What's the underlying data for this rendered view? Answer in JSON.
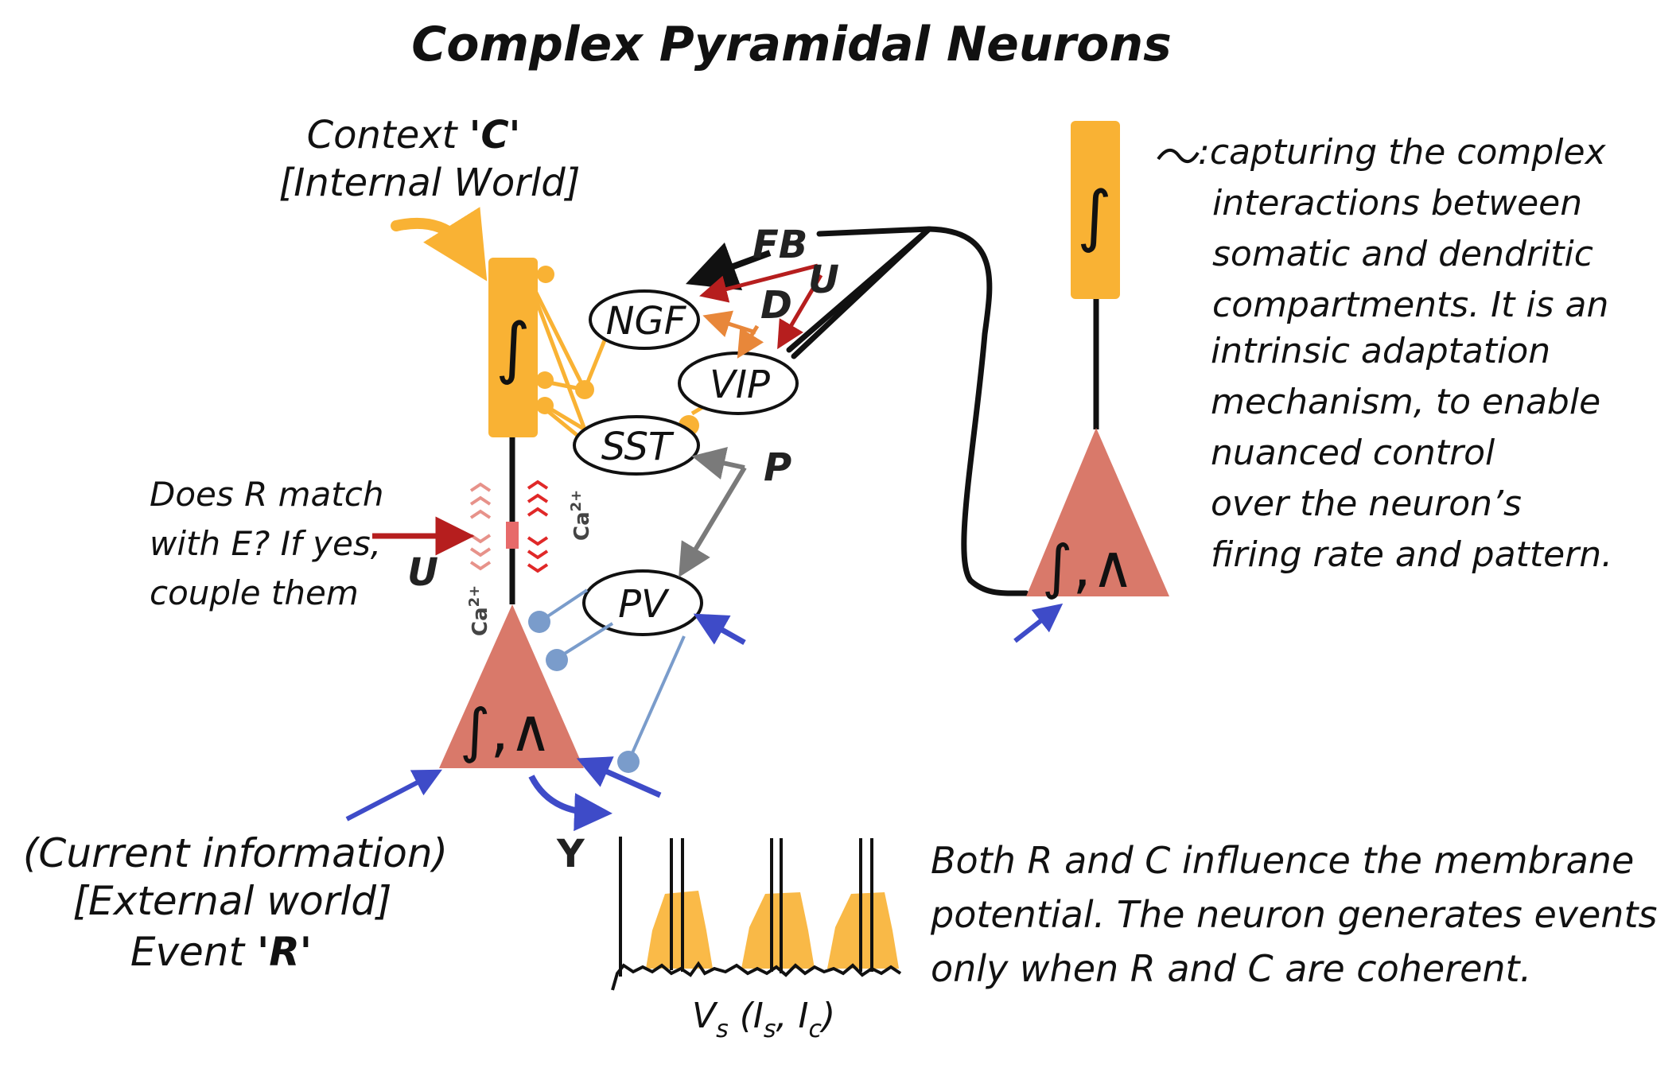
{
  "title": "Complex Pyramidal Neurons",
  "context_label": {
    "line1_prefix": "Context ",
    "line1_key": "'C'",
    "line2": "[Internal World]"
  },
  "event_label": {
    "line1": "(Current information)",
    "line2": "[External world]",
    "line3_prefix": "Event ",
    "line3_key": "'R'"
  },
  "match_question": [
    "Does R match",
    "with E? If yes,",
    "couple them"
  ],
  "signals": {
    "u_left": "U",
    "fb": "FB",
    "u_top": "U",
    "d": "D",
    "p": "P",
    "y": "Y"
  },
  "interneurons": {
    "ngf": "NGF",
    "vip": "VIP",
    "sst": "SST",
    "pv": "PV"
  },
  "calcium": {
    "base": "Ca",
    "charge": "2+"
  },
  "neuron_symbols": {
    "integral": "∫",
    "integral_tilde": "∫,∧"
  },
  "right_description": [
    ":capturing the complex",
    "interactions between",
    "somatic and dendritic",
    "compartments. It is an",
    "intrinsic adaptation",
    "mechanism, to enable",
    "nuanced control",
    "over the neuron’s",
    "firing rate and pattern."
  ],
  "bottom_description": [
    "Both R and C influence the membrane",
    "potential. The neuron generates events",
    "only when R and C are coherent."
  ],
  "trace_label": {
    "v": "V",
    "v_sub": "s",
    "open": " (I",
    "is_sub": "s",
    "comma": ", I",
    "ic_sub": "c",
    "close": ")"
  },
  "colors": {
    "dendrite_orange": "#F9B234",
    "soma_salmon": "#D9796A",
    "pv_blue": "#7A9CCB",
    "input_blue": "#3E4BC8",
    "u_red": "#B61E1E",
    "d_orange": "#E8873A",
    "p_gray": "#7A7A7A",
    "ca_pink": "#E7928A",
    "ca_red": "#E02828"
  }
}
